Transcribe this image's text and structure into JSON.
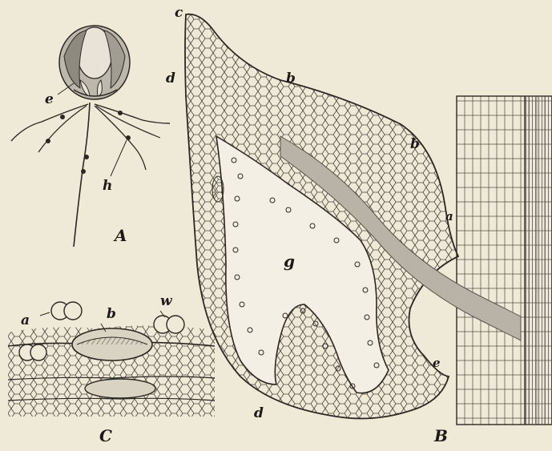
{
  "figure": {
    "panels": {
      "A": {
        "letter": "A",
        "labels": {
          "e": "e",
          "h": "h"
        }
      },
      "B": {
        "letter": "B",
        "labels": {
          "c": "c",
          "d_top": "d",
          "b_top": "b",
          "b_right": "b",
          "a": "a",
          "g": "g",
          "e": "e",
          "d_bottom": "d"
        }
      },
      "C": {
        "letter": "C",
        "labels": {
          "a": "a",
          "b": "b",
          "w": "w"
        }
      }
    },
    "colors": {
      "paper": "#efe9d8",
      "ink": "#2b2823",
      "shade": "#8e8a80"
    }
  }
}
